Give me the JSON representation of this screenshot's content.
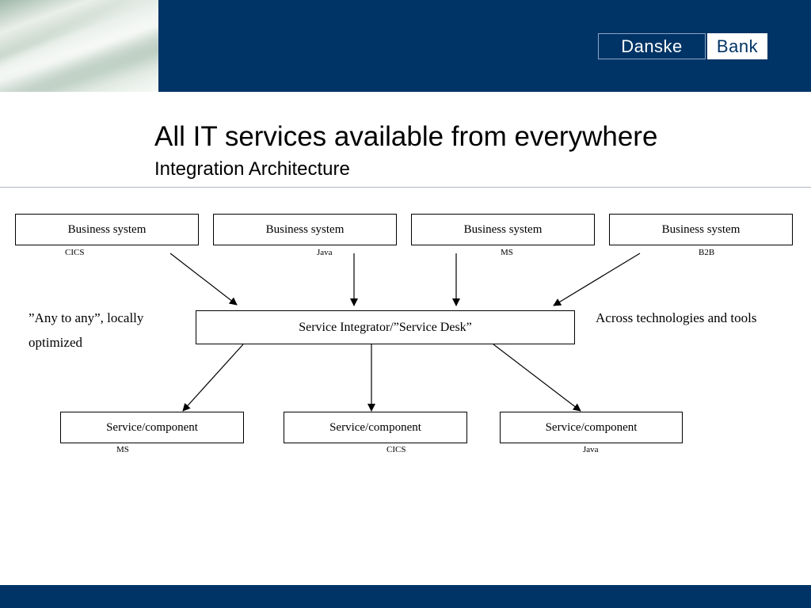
{
  "slide": {
    "title": "All IT services available from everywhere",
    "subtitle": "Integration Architecture"
  },
  "logo": {
    "left_text": "Danske",
    "right_text": "Bank"
  },
  "colors": {
    "brand_navy": "#003466",
    "rule_gray": "#aeb7bf"
  },
  "diagram": {
    "business_systems": [
      {
        "label": "Business system",
        "tech": "CICS"
      },
      {
        "label": "Business system",
        "tech": "Java"
      },
      {
        "label": "Business system",
        "tech": "MS"
      },
      {
        "label": "Business system",
        "tech": "B2B"
      }
    ],
    "integrator": {
      "label": "Service Integrator/”Service Desk”"
    },
    "components": [
      {
        "label": "Service/component",
        "tech": "MS"
      },
      {
        "label": "Service/component",
        "tech": "CICS"
      },
      {
        "label": "Service/component",
        "tech": "Java"
      }
    ],
    "notes": {
      "left_line1": "”Any to any”,   locally",
      "left_line2": "optimized",
      "right": "Across technologies and tools"
    }
  }
}
